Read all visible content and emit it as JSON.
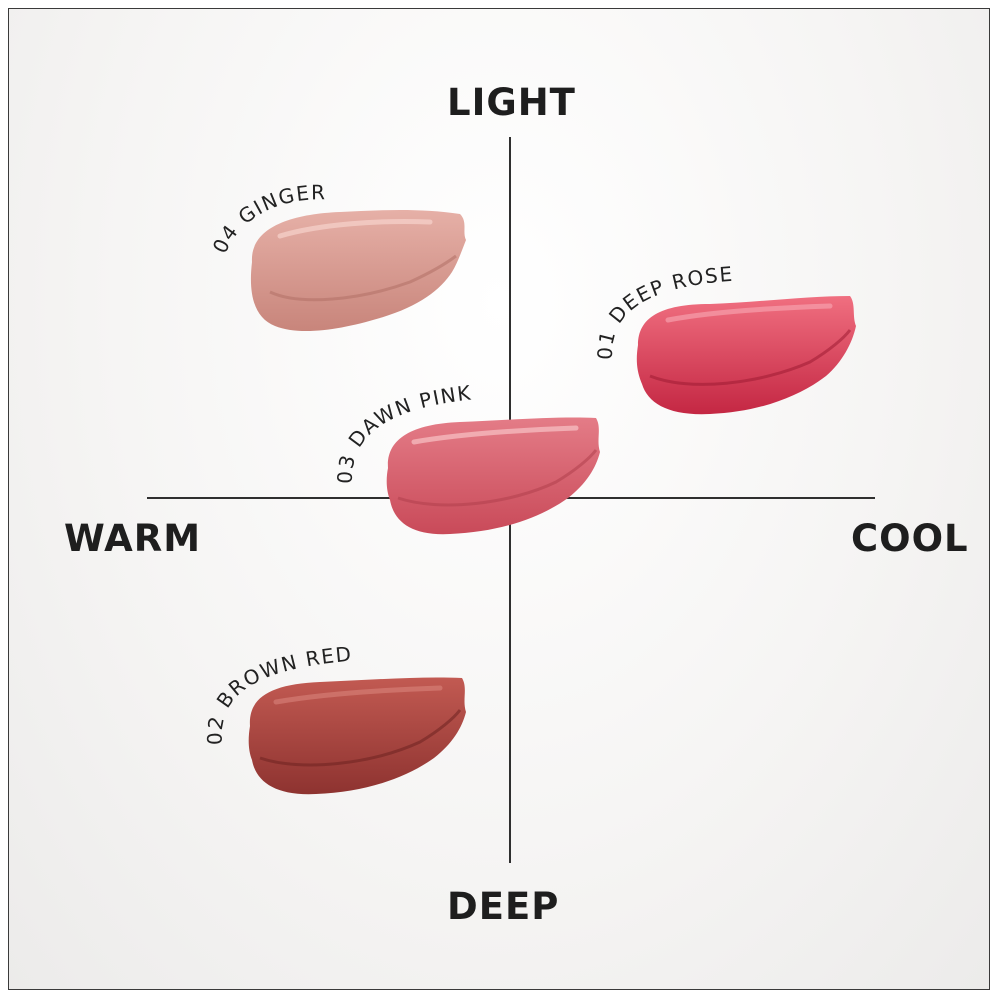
{
  "axes": {
    "top": "LIGHT",
    "bottom": "DEEP",
    "left": "WARM",
    "right": "COOL"
  },
  "shades": [
    {
      "id": "shade-01",
      "label": "01 DEEP ROSE",
      "color": "#d8354f",
      "dark": "#a81f38",
      "light": "#f06f80"
    },
    {
      "id": "shade-02",
      "label": "02 BROWN RED",
      "color": "#a9453f",
      "dark": "#7d2926",
      "light": "#cf7a72"
    },
    {
      "id": "shade-03",
      "label": "03 DAWN PINK",
      "color": "#d8606d",
      "dark": "#b0404d",
      "light": "#f0a0a6"
    },
    {
      "id": "shade-04",
      "label": "04 GINGER",
      "color": "#d79a90",
      "dark": "#b47369",
      "light": "#f2c3bb"
    }
  ]
}
